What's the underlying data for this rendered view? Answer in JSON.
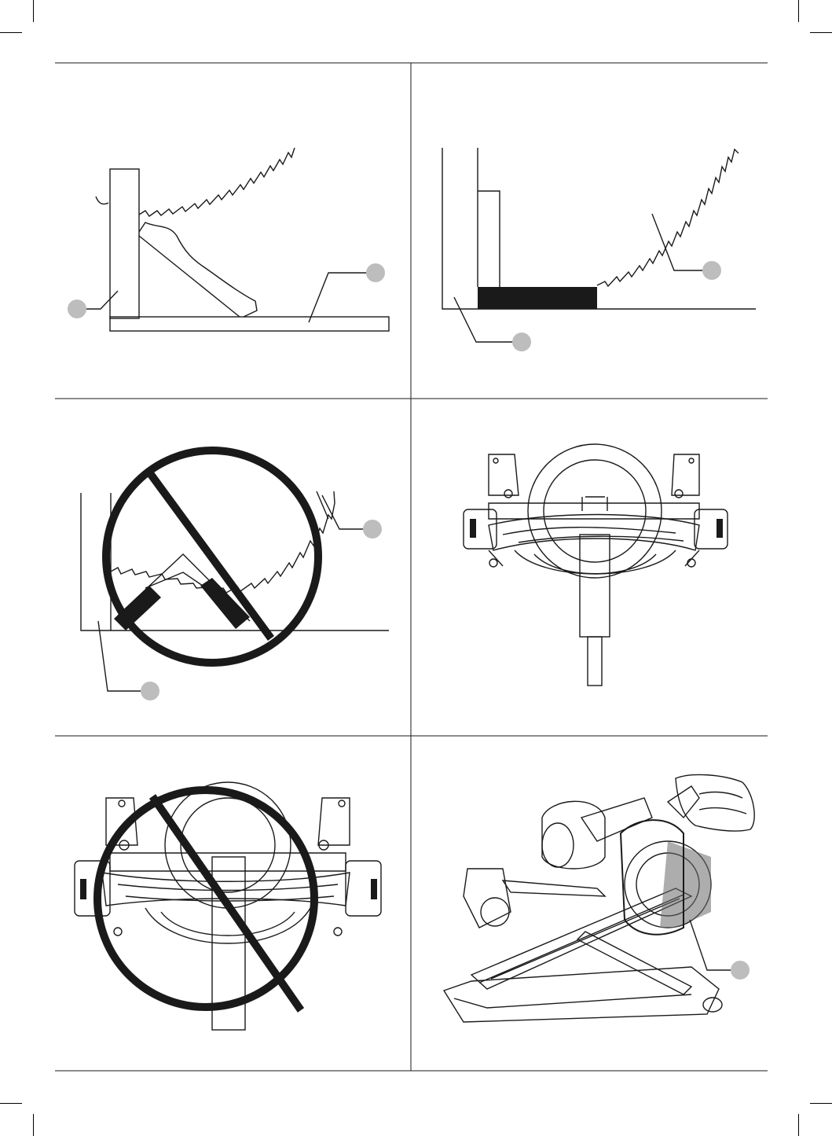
{
  "page": {
    "title": "",
    "figures": [
      {
        "id": "fig-a",
        "description_name": "crown-molding-upright"
      },
      {
        "id": "fig-b",
        "description_name": "cove-molding-flat"
      },
      {
        "id": "fig-c",
        "description_name": "incorrect-position"
      },
      {
        "id": "fig-d",
        "description_name": "bowed-workpiece-correct"
      },
      {
        "id": "fig-e",
        "description_name": "bowed-workpiece-incorrect"
      },
      {
        "id": "fig-f",
        "description_name": "miter-saw-operation"
      }
    ]
  },
  "colors": {
    "line": "#1a1a1a",
    "callout": "#bdbdbd",
    "background": "#ffffff"
  }
}
